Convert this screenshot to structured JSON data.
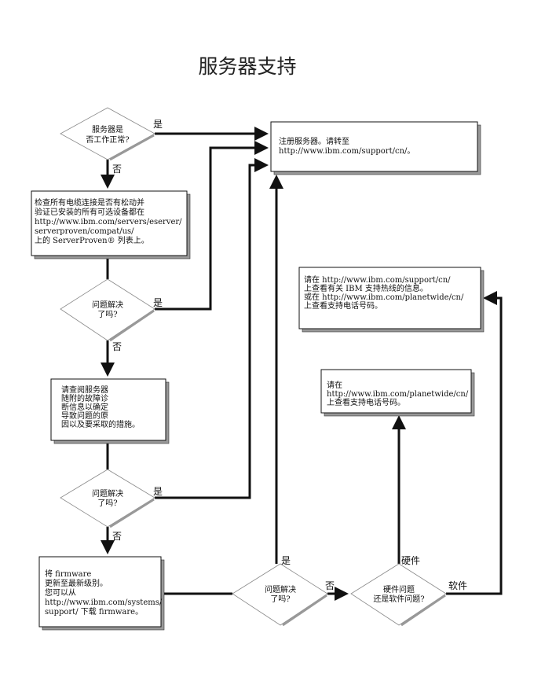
{
  "title": "服务器支持",
  "decisions": {
    "d1": [
      "服务器是",
      "否工作正常?"
    ],
    "d2": [
      "问题解决",
      "了吗?"
    ],
    "d3": [
      "问题解决",
      "了吗?"
    ],
    "d4": [
      "问题解决",
      "了吗?"
    ],
    "d5": [
      "硬件问题",
      "还是软件问题?"
    ]
  },
  "boxes": {
    "register": [
      "注册服务器。请转至",
      "http://www.ibm.com/support/cn/。"
    ],
    "check_cables": [
      "检查所有电缆连接是否有松动并",
      "验证已安装的所有可选设备都在",
      "http://www.ibm.com/servers/eserver/",
      "serverproven/compat/us/",
      "上的 ServerProven® 列表上。"
    ],
    "diagnostics": [
      "请查阅服务器",
      "随附的故障诊",
      "断信息以确定",
      "导致问题的原",
      "因以及要采取的措施。"
    ],
    "firmware": [
      "将 firmware",
      "更新至最新级别。",
      "您可以从",
      "http://www.ibm.com/systems/",
      "support/ 下载 firmware。"
    ],
    "software_support": [
      "请在 http://www.ibm.com/support/cn/",
      "上查看有关 IBM 支持热线的信息。",
      "或在 http://www.ibm.com/planetwide/cn/",
      "上查看支持电话号码。"
    ],
    "hardware_support": [
      "请在",
      "http://www.ibm.com/planetwide/cn/",
      "上查看支持电话号码。"
    ]
  },
  "labels": {
    "yes": "是",
    "no": "否",
    "hardware": "硬件",
    "software": "软件"
  }
}
